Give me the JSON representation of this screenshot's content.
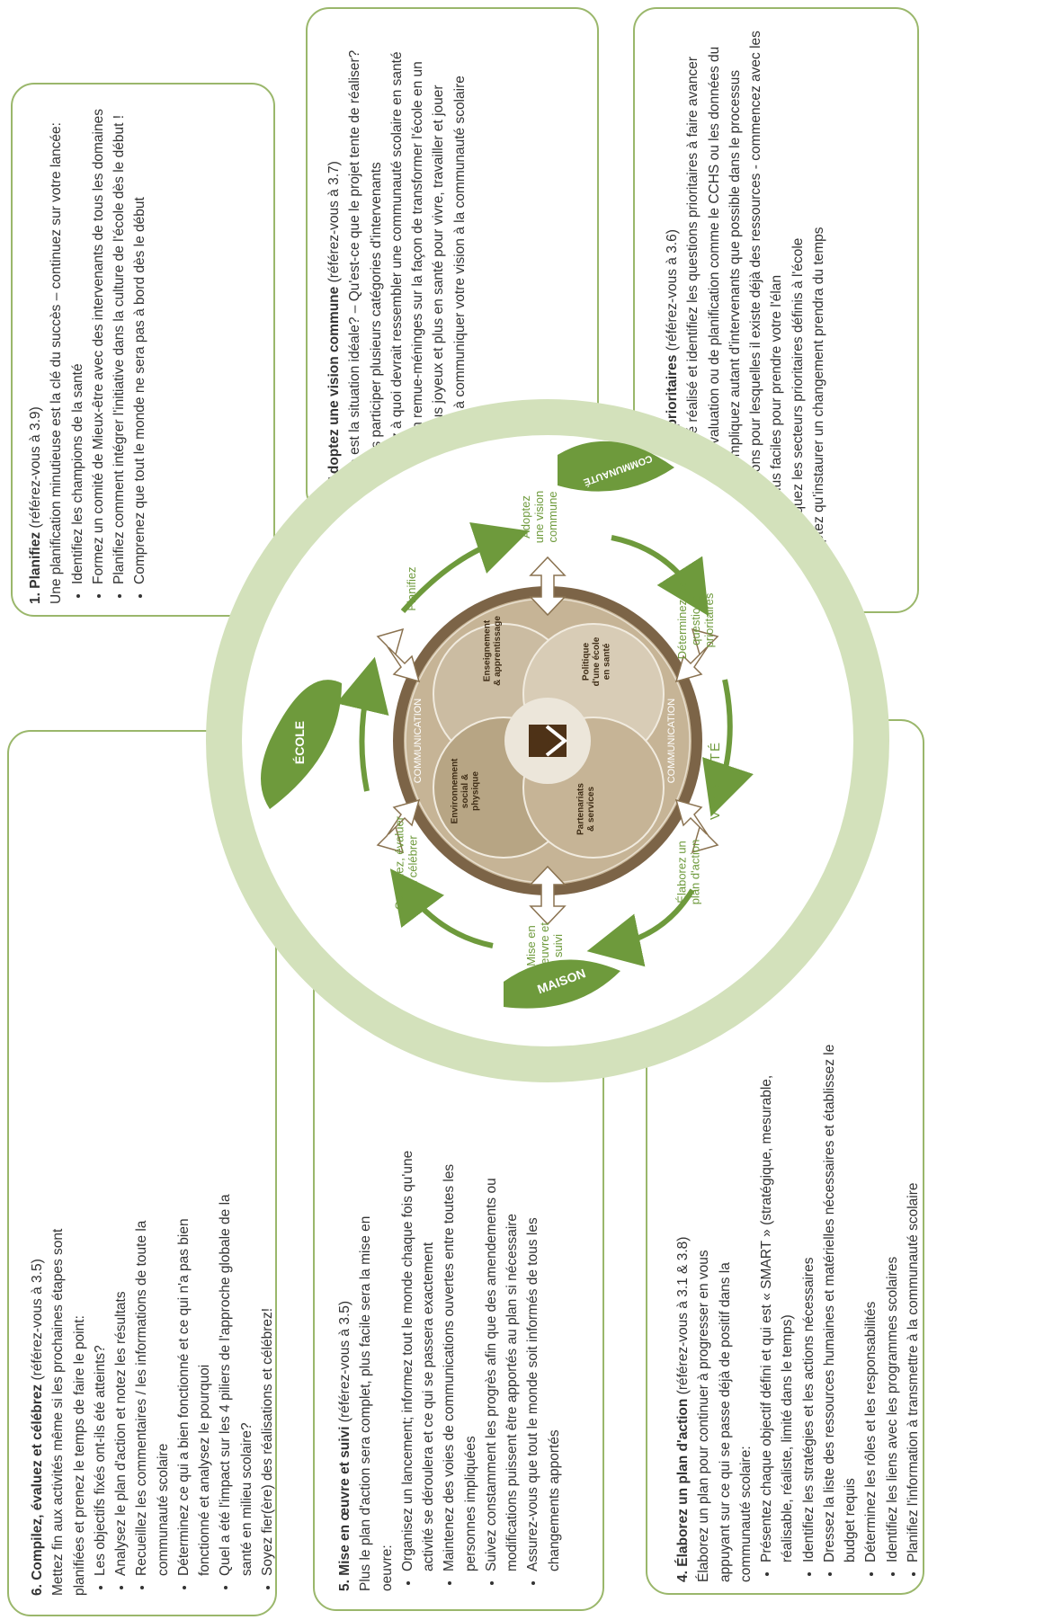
{
  "center": {
    "leaves": {
      "ecole": "ÉCOLE",
      "communaute": "COMMUNAUTÉ",
      "maison": "MAISON"
    },
    "viabilite": "VIABILITÉ",
    "cycle": {
      "planifiez": "Planifiez",
      "adoptez": [
        "Adoptez",
        "une vision",
        "commune"
      ],
      "determinez": [
        "Déterminez les",
        "questions",
        "prioritaires"
      ],
      "elaborez": [
        "Élaborez un",
        "plan d'action"
      ],
      "mise": [
        "Mise en",
        "œuvre et",
        "suivi"
      ],
      "compilez": [
        "Compilez, évaluer",
        "et célébrer"
      ]
    },
    "pillars": {
      "enseignement": [
        "Enseignement",
        "& apprentissage"
      ],
      "politique": [
        "Politique",
        "d'une école",
        "en santé"
      ],
      "partenariats": [
        "Partenariats",
        "& services"
      ],
      "environnement": [
        "Environnement",
        "social &",
        "physique"
      ]
    },
    "communication": "COMMUNICATION"
  },
  "steps": {
    "s1": {
      "title": "1. Planifiez",
      "ref": " (référez-vous à 3.9)",
      "intro": "Une planification minutieuse est la clé du succès – continuez sur votre lancée:",
      "items": [
        "Identifiez les champions de la santé",
        "Formez un comité de Mieux-être avec des intervenants de tous les domaines",
        "Planifiez comment intégrer l'initiative dans la culture de l'école dès le début !",
        "Comprenez que tout le monde ne sera pas à bord dès le début"
      ]
    },
    "s2": {
      "title": "2. Adoptez une vision commune",
      "ref": " (référez-vous à 3.7)",
      "intro": "Quelle est la situation idéale? – Qu'est-ce que le projet tente de réaliser?",
      "items": [
        "Faites participer plusieurs catégories d'intervenants",
        "Pensez à quoi devrait ressembler une communauté scolaire en santé",
        "Faites un remue-méninges sur la façon de transformer l'école en un endroit plus joyeux et plus en santé pour vivre, travailler et jouer",
        "Soyez prêt à communiquer votre vision à la communauté scolaire"
      ]
    },
    "s3": {
      "title": "3. Déterminez les enjeux prioritaires",
      "ref": " (référez-vous à 3.6)",
      "intro": "Examinez ce qui a déjà été réalisé et identifiez les questions prioritaires à faire avancer",
      "items": [
        "Utilisez des outils d'évaluation ou de planification comme le CCHS ou les données du sondage TTMF et impliquez autant d'intervenants que possible dans le processus",
        "Ciblez les questions pour lesquelles il existe déjà des ressources - commencez avec les priorités les plus faciles pour prendre votre l'élan",
        "Communiquez les secteurs prioritaires définis à l'école",
        "Acceptez qu'instaurer un changement prendra du temps"
      ]
    },
    "s4": {
      "title": "4. Élaborez un plan d'action",
      "ref": " (référez-vous à 3.1 & 3.8)",
      "intro": "Élaborez un plan pour continuer à progresser en vous appuyant sur ce qui se passe déjà de positif dans la communauté scolaire:",
      "items": [
        "Présentez chaque objectif défini et qui est « SMART » (stratégique, mesurable, réalisable, réaliste, limité dans le temps)",
        "Identifiez les stratégies et les actions nécessaires",
        "Dressez la liste des ressources humaines et matérielles nécessaires et établissez le budget requis",
        "Déterminez les rôles et les responsabilités",
        "Identifiez les liens avec les programmes scolaires",
        "Planifiez l'information à transmettre à la communauté scolaire"
      ]
    },
    "s5": {
      "title": "5. Mise en œuvre et suivi",
      "ref": " (référez-vous à 3.5)",
      "intro": "Plus le plan d'action sera complet, plus facile sera la mise en oeuvre:",
      "items": [
        "Organisez un lancement; informez tout le monde chaque fois qu'une activité se déroulera et ce qui se passera exactement",
        "Maintenez des voies de communications ouvertes entre toutes les personnes impliquées",
        "Suivez constamment les progrès afin que des amendements ou modifications puissent être apportés au plan si nécessaire",
        "Assurez-vous que tout le monde soit informés de tous les changements apportés"
      ]
    },
    "s6": {
      "title": "6. Compilez, évaluez et célébrez",
      "ref": " (référez-vous à 3.5)",
      "intro": "Mettez fin aux activités même si les prochaines étapes sont planifiées et prenez le temps de faire le point:",
      "items": [
        "Les objectifs fixés ont-ils été atteints?",
        "Analysez le plan d'action et notez les résultats",
        "Recueillez les commentaires / les informations de toute la communauté scolaire",
        "Déterminez ce qui a bien fonctionné et ce qui n'a pas bien fonctionné et analysez le pourquoi",
        "Quel a été l'impact sur les 4 piliers de l'approche globale de la santé en milieu scolaire?",
        "Soyez fier(ère) des réalisations et célébrez!"
      ]
    }
  },
  "colors": {
    "green": "#6e9a3c",
    "lightgreen": "#d3e1bb",
    "brown": "#8a7250",
    "tan": "#c6b496",
    "border": "#9ab76b"
  }
}
